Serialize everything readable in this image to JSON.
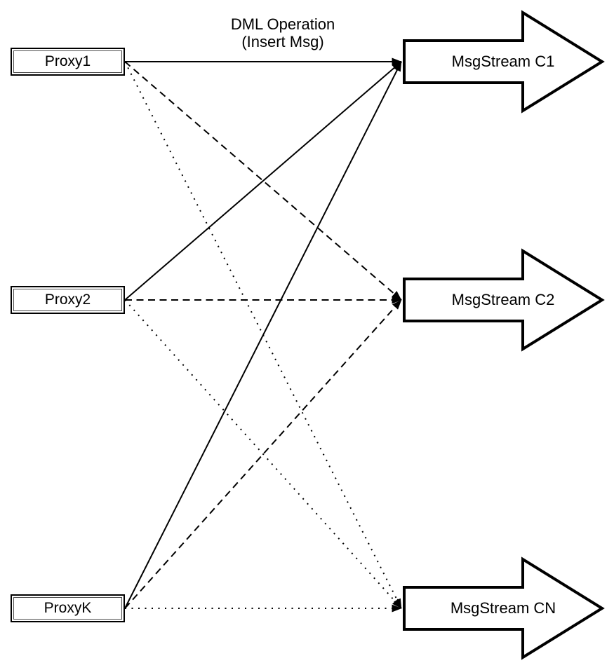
{
  "diagram": {
    "connector_label": {
      "line1": "DML Operation",
      "line2": "(Insert Msg)"
    },
    "proxies": [
      {
        "id": "proxy1",
        "label": "Proxy1"
      },
      {
        "id": "proxy2",
        "label": "Proxy2"
      },
      {
        "id": "proxyK",
        "label": "ProxyK"
      }
    ],
    "streams": [
      {
        "id": "c1",
        "label": "MsgStream C1"
      },
      {
        "id": "c2",
        "label": "MsgStream C2"
      },
      {
        "id": "cn",
        "label": "MsgStream CN"
      }
    ],
    "connections": [
      {
        "from": "proxy1",
        "to": "c1",
        "style": "solid"
      },
      {
        "from": "proxy2",
        "to": "c1",
        "style": "solid"
      },
      {
        "from": "proxyK",
        "to": "c1",
        "style": "solid"
      },
      {
        "from": "proxy1",
        "to": "c2",
        "style": "dashed"
      },
      {
        "from": "proxy2",
        "to": "c2",
        "style": "dashed"
      },
      {
        "from": "proxyK",
        "to": "c2",
        "style": "dashed"
      },
      {
        "from": "proxy1",
        "to": "cn",
        "style": "dotted"
      },
      {
        "from": "proxy2",
        "to": "cn",
        "style": "dotted"
      },
      {
        "from": "proxyK",
        "to": "cn",
        "style": "dotted"
      }
    ],
    "colors": {
      "stroke": "#000000",
      "shape_fill": "#ffffff",
      "background": "#ffffff"
    }
  }
}
